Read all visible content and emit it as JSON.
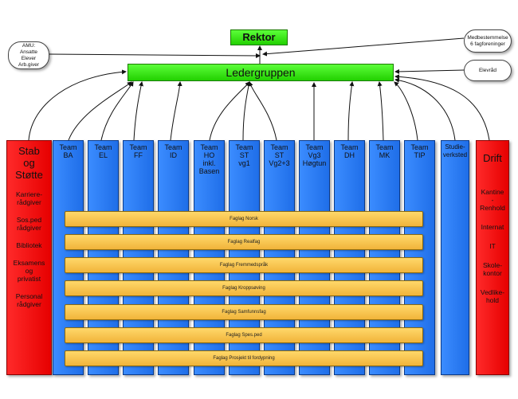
{
  "rektor": "Rektor",
  "ledergruppen": "Ledergruppen",
  "amu": [
    "AMU:",
    "Ansatte",
    "Elever",
    "Arb.giver"
  ],
  "medbestemmelse": [
    "Medbestemmelse",
    "6 fagforeninger"
  ],
  "elevrad": "Elevråd",
  "stab": {
    "title": [
      "Stab",
      "og",
      "Støtte"
    ],
    "items": [
      [
        "Karriere-",
        "rådgiver"
      ],
      [
        "Sos.ped",
        "rådgiver"
      ],
      [
        "Bibliotek"
      ],
      [
        "Eksamens",
        "og",
        "privatist"
      ],
      [
        "Personal",
        "rådgiver"
      ]
    ]
  },
  "teams": [
    [
      "Team",
      "BA"
    ],
    [
      "Team",
      "EL"
    ],
    [
      "Team",
      "FF"
    ],
    [
      "Team",
      "ID"
    ],
    [
      "Team",
      "HO",
      "inkl.",
      "Basen"
    ],
    [
      "Team",
      "ST",
      "vg1"
    ],
    [
      "Team",
      "ST",
      "Vg2+3"
    ],
    [
      "Team",
      "Vg3",
      "Høgtun"
    ],
    [
      "Team",
      "DH"
    ],
    [
      "Team",
      "MK"
    ],
    [
      "Team",
      "TIP"
    ]
  ],
  "studieverksted": [
    "Studie-",
    "verksted"
  ],
  "drift": {
    "title": "Drift",
    "items": [
      [
        "Kantine",
        "-",
        "Renhold"
      ],
      [
        "Internat"
      ],
      [
        "IT"
      ],
      [
        "Skole-",
        "kontor"
      ],
      [
        "Vedlike-",
        "hold"
      ]
    ]
  },
  "faglag": [
    "Faglag Norsk",
    "Faglag Realfag",
    "Faglag Fremmedspråk",
    "Faglag Kroppsøving",
    "Faglag Samfunnsfag",
    "Faglag Spes.ped",
    "Faglag Prosjekt til fordypning"
  ],
  "colors": {
    "green": "#33e014",
    "red": "#f20d0d",
    "blue": "#2c7ff5",
    "yellow": "#f6c24e"
  }
}
